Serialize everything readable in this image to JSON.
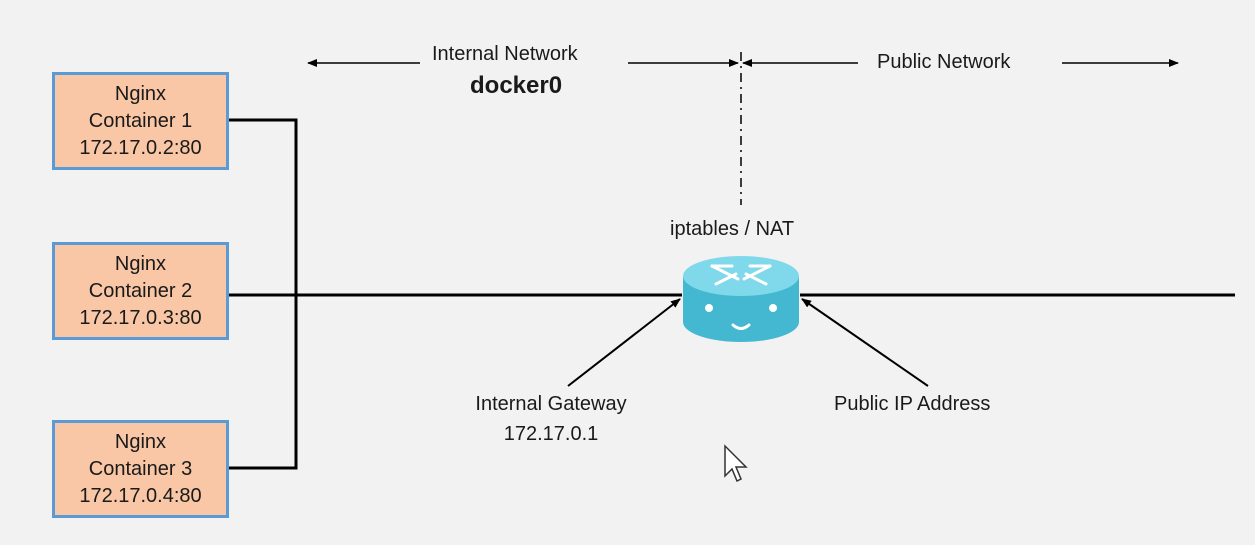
{
  "containers": [
    {
      "name": "Nginx",
      "label": "Container 1",
      "address": "172.17.0.2:80"
    },
    {
      "name": "Nginx",
      "label": "Container 2",
      "address": "172.17.0.3:80"
    },
    {
      "name": "Nginx",
      "label": "Container 3",
      "address": "172.17.0.4:80"
    }
  ],
  "labels": {
    "internal_network": "Internal Network",
    "bridge": "docker0",
    "public_network": "Public Network",
    "router": "iptables / NAT",
    "gateway_title": "Internal Gateway",
    "gateway_ip": "172.17.0.1",
    "public_ip": "Public IP Address"
  },
  "colors": {
    "box_fill": "#f9c7a6",
    "box_border": "#5a9bd5",
    "router": "#4fc3d9",
    "line": "#000000"
  },
  "icons": {
    "router": "router-icon",
    "cursor": "mouse-cursor-icon"
  }
}
